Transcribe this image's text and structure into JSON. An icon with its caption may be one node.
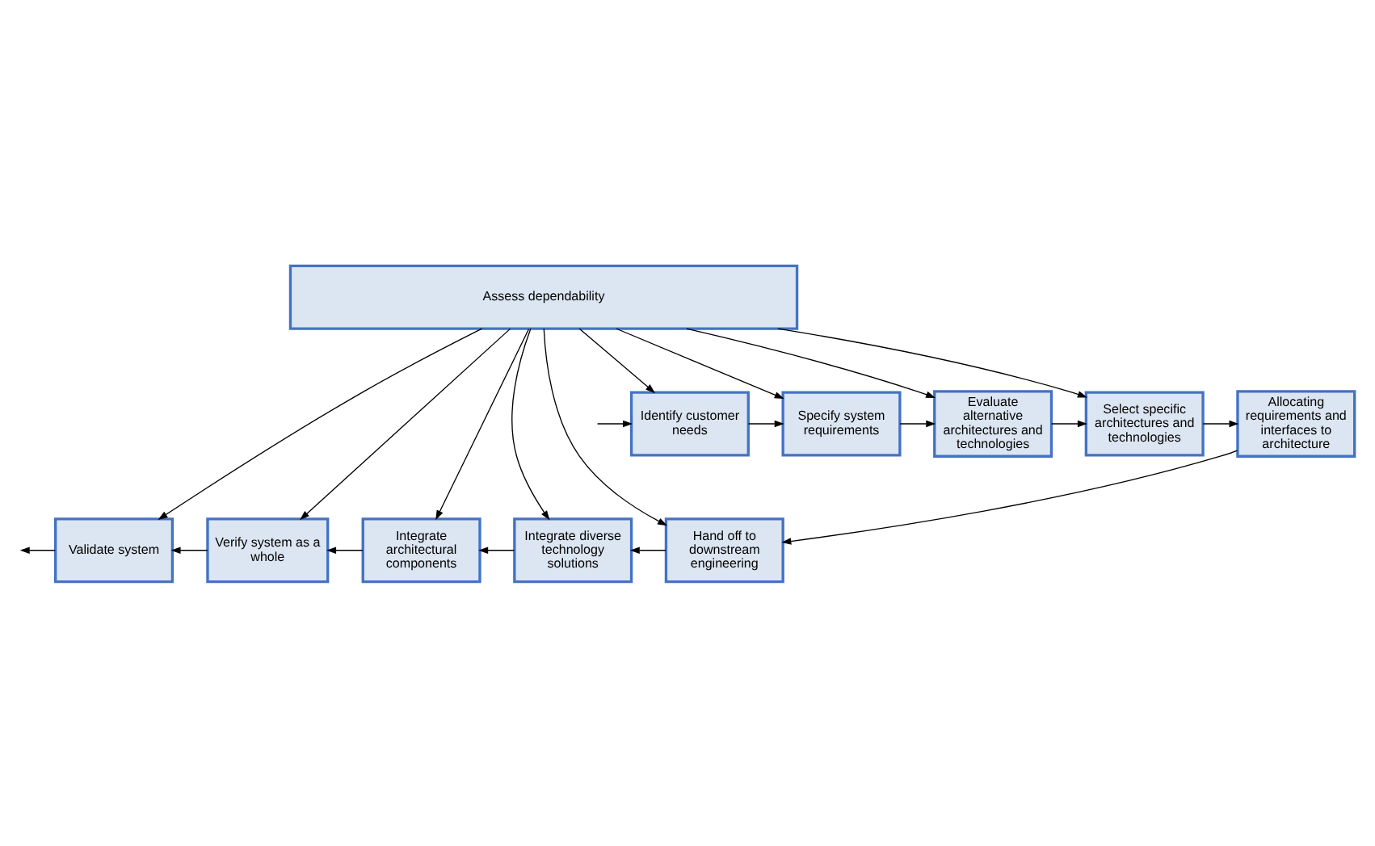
{
  "diagram": {
    "nodes": [
      {
        "text": [
          "Identify customer needs"
        ]
      },
      {
        "text": [
          "Specify system requirements"
        ]
      },
      {
        "text": [
          "Evaluate alternative architectures and technologies"
        ]
      },
      {
        "text": [
          "Select specific architectures and technologies"
        ]
      },
      {
        "text": [
          "Allocating requirements and interfaces to architecture"
        ]
      },
      {
        "text": [
          "Assess dependability"
        ]
      },
      {
        "text": [
          "Validate system"
        ]
      },
      {
        "text": [
          "Verify system as a whole"
        ]
      },
      {
        "text": [
          "Integrate architectural components"
        ]
      },
      {
        "text": [
          "Integrate diverse technology solutions"
        ]
      },
      {
        "text": [
          "Hand off to downstream engineering"
        ]
      }
    ],
    "edges": [
      {
        "from": null,
        "to": 0,
        "arrow": "to"
      },
      {
        "from": 0,
        "to": 1,
        "arrow": "to"
      },
      {
        "from": 1,
        "to": 2,
        "arrow": "to"
      },
      {
        "from": 2,
        "to": 3,
        "arrow": "to"
      },
      {
        "from": 3,
        "to": 4,
        "arrow": "to"
      },
      {
        "from": 5,
        "to": 0,
        "arrow": "to"
      },
      {
        "from": 5,
        "to": 1,
        "arrow": "to"
      },
      {
        "from": 5,
        "to": 2,
        "arrow": "to"
      },
      {
        "from": 5,
        "to": 3,
        "arrow": "to"
      },
      {
        "from": 4,
        "to": 10,
        "arrow": "to"
      },
      {
        "from": 5,
        "to": 6,
        "arrow": "to"
      },
      {
        "from": 5,
        "to": 7,
        "arrow": "to"
      },
      {
        "from": 5,
        "to": 8,
        "arrow": "to"
      },
      {
        "from": 5,
        "to": 9,
        "arrow": "to"
      },
      {
        "from": 5,
        "to": 10,
        "arrow": "to"
      },
      {
        "from": 10,
        "to": 9,
        "arrow": "to"
      },
      {
        "from": 9,
        "to": 8,
        "arrow": "to"
      },
      {
        "from": 8,
        "to": 7,
        "arrow": "to"
      },
      {
        "from": 7,
        "to": 6,
        "arrow": "to"
      },
      {
        "from": 6,
        "to": null,
        "arrow": "to"
      }
    ]
  }
}
